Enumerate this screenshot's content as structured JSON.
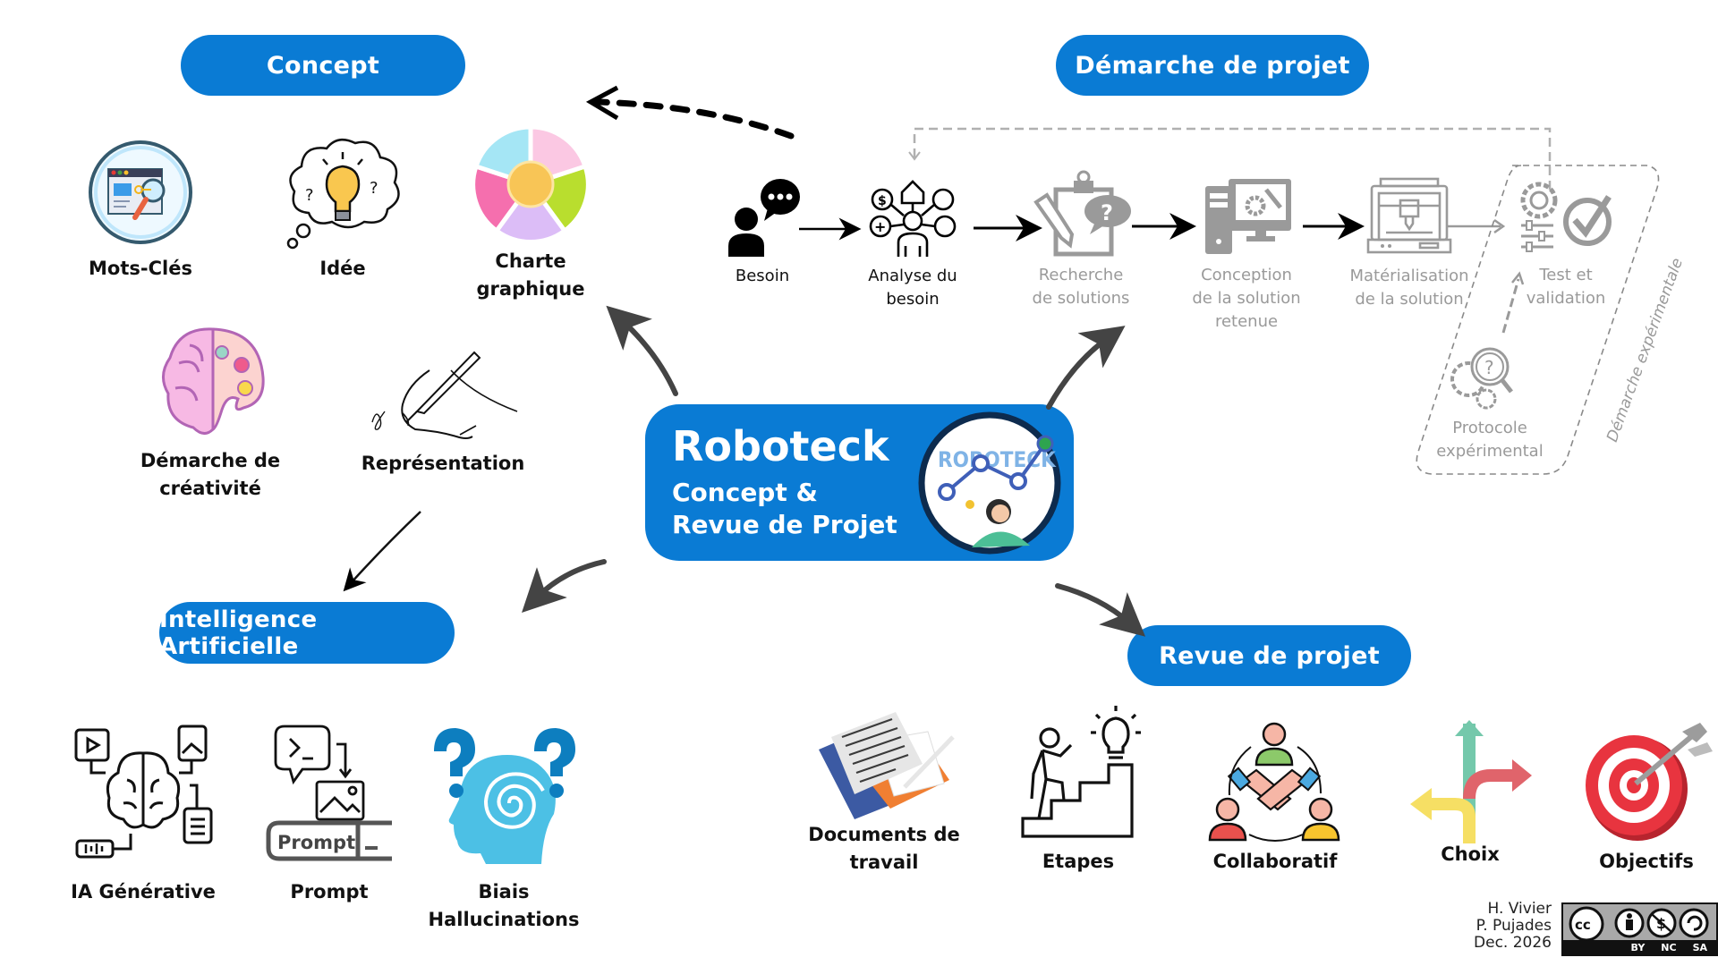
{
  "sections": {
    "concept": "Concept",
    "demarche": "Démarche de projet",
    "ia": "Intelligence Artificielle",
    "revue": "Revue de projet"
  },
  "center": {
    "title": "Roboteck",
    "subtitle_line1": "Concept &",
    "subtitle_line2": "Revue de Projet",
    "logo_text": "ROBOTECK"
  },
  "concept_items": [
    {
      "label": "Mots-Clés",
      "icon": "keyword-search-icon"
    },
    {
      "label": "Idée",
      "icon": "idea-bulb-icon"
    },
    {
      "label_line1": "Charte",
      "label_line2": "graphique",
      "icon": "color-wheel-icon"
    },
    {
      "label_line1": "Démarche de",
      "label_line2": "créativité",
      "icon": "creative-brain-icon"
    },
    {
      "label": "Représentation",
      "icon": "drawing-hand-icon"
    }
  ],
  "process_steps": [
    {
      "label_line1": "Besoin",
      "state": "active"
    },
    {
      "label_line1": "Analyse du",
      "label_line2": "besoin",
      "state": "active"
    },
    {
      "label_line1": "Recherche",
      "label_line2": "de solutions",
      "state": "inactive"
    },
    {
      "label_line1": "Conception",
      "label_line2": "de la solution",
      "label_line3": "retenue",
      "state": "inactive"
    },
    {
      "label_line1": "Matérialisation",
      "label_line2": "de la solution",
      "state": "inactive"
    },
    {
      "label_line1": "Test et",
      "label_line2": "validation",
      "state": "inactive"
    },
    {
      "label_line1": "Protocole",
      "label_line2": "expérimental",
      "state": "inactive"
    }
  ],
  "experimental_group_label": "Démarche expérimentale",
  "ia_items": [
    {
      "label": "IA Générative",
      "icon": "generative-ai-brain-icon"
    },
    {
      "label": "Prompt",
      "icon": "prompt-icon",
      "icon_text": "Prompt"
    },
    {
      "label_line1": "Biais",
      "label_line2": "Hallucinations",
      "icon": "hallucination-head-icon"
    }
  ],
  "revue_items": [
    {
      "label_line1": "Documents de",
      "label_line2": "travail",
      "icon": "documents-icon"
    },
    {
      "label": "Etapes",
      "icon": "stairs-steps-icon"
    },
    {
      "label": "Collaboratif",
      "icon": "collaboration-icon"
    },
    {
      "label": "Choix",
      "icon": "choice-arrows-icon"
    },
    {
      "label": "Objectifs",
      "icon": "target-icon"
    }
  ],
  "credits": {
    "line1": "H. Vivier",
    "line2": "P. Pujades",
    "line3": "Dec. 2026",
    "license": [
      "BY",
      "NC",
      "SA"
    ],
    "license_badge": "cc"
  },
  "colors": {
    "accent_blue": "#0a7bd4",
    "arrow_dark": "#444444",
    "inactive_gray": "#9a9a9a"
  }
}
